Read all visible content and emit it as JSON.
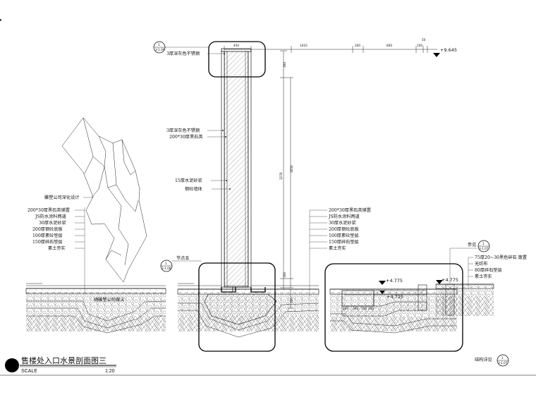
{
  "title": "售楼处入口水景剖面图三",
  "scale_label": "SCALE",
  "scale_value": "1:20",
  "structure_note": "结构详见",
  "elevations": {
    "top": "+9.645",
    "water_left": "+4.775",
    "water_low": "+4.725",
    "right": "+4.775"
  },
  "top_dims": [
    "450",
    "1010",
    "200",
    "800",
    "100",
    "50"
  ],
  "vertical_dims": [
    "300",
    "3270",
    "3050",
    "100",
    "200"
  ],
  "pool_dims": [
    "100",
    "300",
    "100",
    "200"
  ],
  "column_labels": [
    "3厚深灰色不锈钢",
    "3厚深灰色不锈钢",
    "200*30厚黑石英",
    "15厚水泥砂浆",
    "钢砼墙体"
  ],
  "left_layers_title": "雕塑公司深化设计",
  "left_layers": [
    "200*30厚黑石英铺置",
    "JS防水涂料两道",
    "30厚水泥砂浆",
    "200厚钢砼底板",
    "100厚素砼垫层",
    "150厚碎石垫层",
    "素土夯实"
  ],
  "right_layers": [
    "200*30厚黑石英铺置",
    "JS防水涂料两道",
    "30厚水泥砂浆",
    "200厚钢砼底板",
    "100厚素砼垫层",
    "150厚碎石垫层",
    "素土夯实"
  ],
  "far_right_layers": [
    "75厚20~30黑色碎石 散置",
    "无纺布",
    "80厚碎石垫层",
    "素土夯实"
  ],
  "sculpture_note": "随雕塑公司做法",
  "node_label": "节点五",
  "ref_label": "参见",
  "callouts": {
    "top": {
      "num": "1",
      "sheet": "3-1.09"
    },
    "node": {
      "num": "1",
      "sheet": "3-1.08"
    },
    "ref": {
      "num": "1",
      "sheet": "3-1.07"
    },
    "struct": {
      "num": "1",
      "sheet": "3-1.07"
    }
  }
}
